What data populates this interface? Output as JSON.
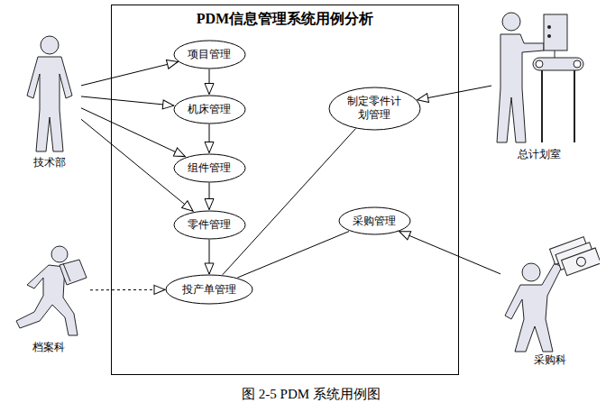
{
  "diagram": {
    "caption": "图 2-5 PDM 系统用例图",
    "nodes": [
      {
        "text": [
          "PDM信息管理系统用例分析"
        ]
      },
      {
        "text": [
          "项目管理"
        ],
        "in": 0
      },
      {
        "text": [
          "机床管理"
        ],
        "in": 0
      },
      {
        "text": [
          "组件管理"
        ],
        "in": 0
      },
      {
        "text": [
          "零件管理"
        ],
        "in": 0
      },
      {
        "text": [
          "投产单管理"
        ],
        "in": 0
      },
      {
        "text": [
          "制定零件计划管理"
        ],
        "in": 0
      },
      {
        "text": [
          "采购管理"
        ],
        "in": 0
      },
      {
        "text": [
          "技术部"
        ]
      },
      {
        "text": [
          "档案科"
        ]
      },
      {
        "text": [
          "总计划室"
        ]
      },
      {
        "text": [
          "采购科"
        ]
      }
    ],
    "edges": [
      {
        "from": 8,
        "to": 1,
        "arrow": "to"
      },
      {
        "from": 8,
        "to": 2,
        "arrow": "to"
      },
      {
        "from": 8,
        "to": 3,
        "arrow": "to"
      },
      {
        "from": 8,
        "to": 4,
        "arrow": "to"
      },
      {
        "from": 9,
        "to": 5,
        "arrow": "to"
      },
      {
        "from": 1,
        "to": 2,
        "arrow": "to"
      },
      {
        "from": 2,
        "to": 3,
        "arrow": "to"
      },
      {
        "from": 3,
        "to": 4,
        "arrow": "to"
      },
      {
        "from": 4,
        "to": 5,
        "arrow": "to"
      },
      {
        "from": 5,
        "to": 6,
        "arrow": "none"
      },
      {
        "from": 5,
        "to": 7,
        "arrow": "none"
      },
      {
        "from": 10,
        "to": 6,
        "arrow": "to"
      },
      {
        "from": 11,
        "to": 7,
        "arrow": "to"
      }
    ]
  }
}
